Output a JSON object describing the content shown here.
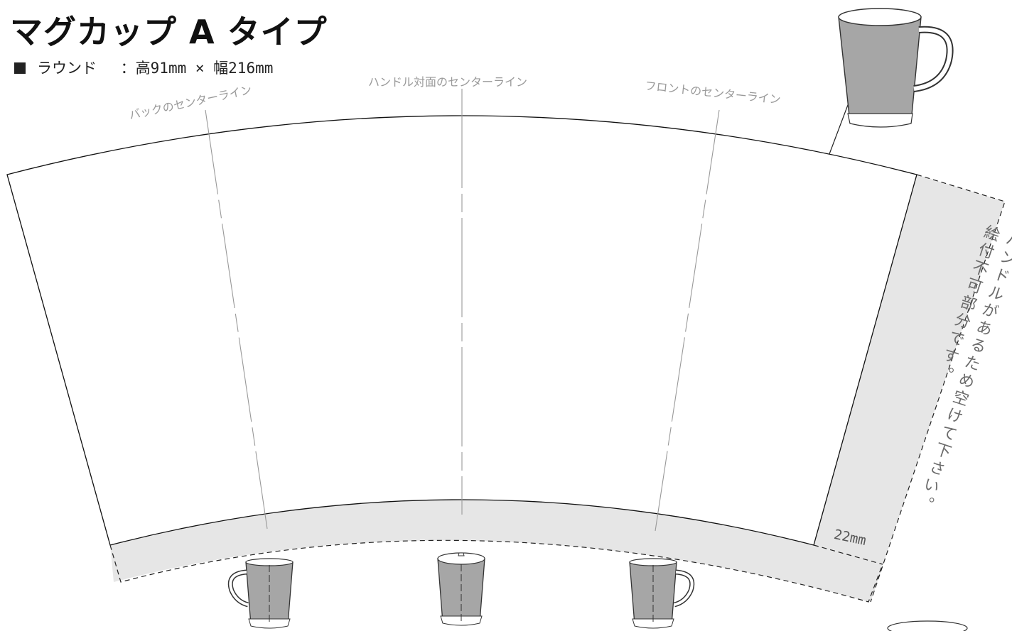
{
  "title": "マグカップ A タイプ",
  "spec": {
    "marker": "■",
    "label": "ラウンド",
    "separator": "：",
    "dimensions": "高91mm × 幅216mm"
  },
  "centerlines": {
    "back": "バックのセンターライン",
    "handle_opposite": "ハンドル対面のセンターライン",
    "front": "フロントのセンターライン"
  },
  "handle_note": "ハンドルがあるため空けて下さい。絵付不可部分です。",
  "handle_width": "22mm",
  "colors": {
    "template_outline": "#111111",
    "margin_fill": "#e6e6e6",
    "mug_body": "#a6a6a6",
    "label_gray": "#9a9a9a"
  },
  "icons": [
    "mug-handle-right-icon",
    "mug-back-icon",
    "mug-front-handle-opposite-icon",
    "mug-front-icon"
  ]
}
